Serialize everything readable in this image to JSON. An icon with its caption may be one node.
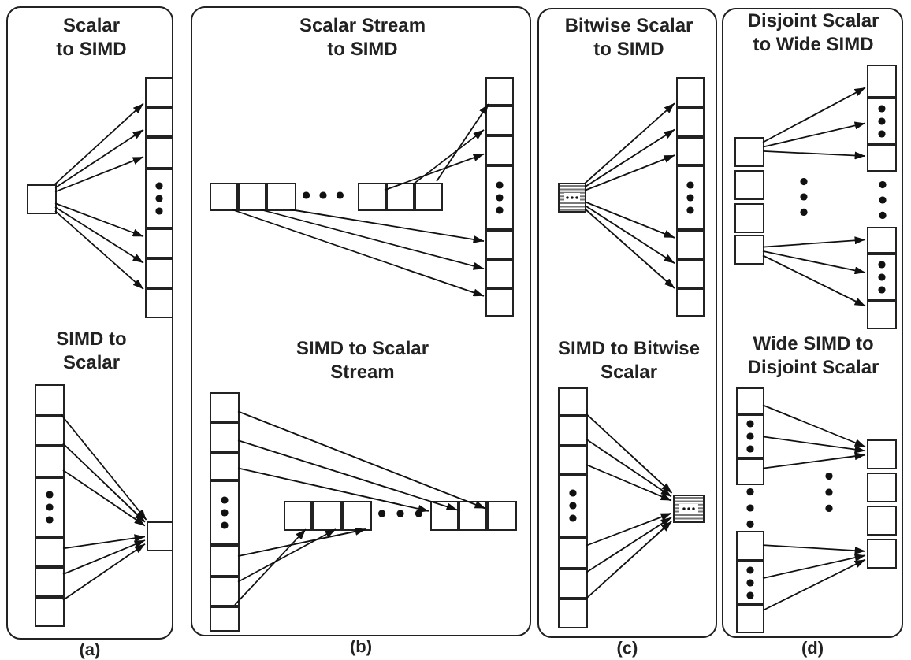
{
  "diagram": {
    "nodes": [
      {
        "text": [
          "Scalar to SIMD",
          "SIMD to Scalar"
        ],
        "beside": [
          "(a)"
        ]
      },
      {
        "text": [
          "Scalar Stream to SIMD",
          "SIMD to Scalar Stream"
        ],
        "beside": [
          "(b)"
        ]
      },
      {
        "text": [
          "Bitwise Scalar to SIMD",
          "SIMD to Bitwise Scalar"
        ],
        "beside": [
          "(c)"
        ]
      },
      {
        "text": [
          "Disjoint Scalar to Wide SIMD",
          "Wide SIMD to Disjoint Scalar"
        ],
        "beside": [
          "(d)"
        ]
      },
      {
        "text": [],
        "shape": "box",
        "in": 0
      },
      {
        "text": [],
        "shape": "box",
        "in": 0
      },
      {
        "text": [],
        "shape": "box",
        "in": 0
      },
      {
        "text": [],
        "shape": "box",
        "in": 0
      },
      {
        "text": [],
        "shape": "box",
        "in": 0
      },
      {
        "text": [],
        "shape": "box",
        "in": 0
      },
      {
        "text": [],
        "shape": "box",
        "in": 0
      },
      {
        "text": [],
        "shape": "box",
        "in": 0
      },
      {
        "text": [],
        "shape": "box",
        "in": 0
      },
      {
        "text": [],
        "shape": "box",
        "in": 0
      },
      {
        "text": [],
        "shape": "box",
        "in": 0
      },
      {
        "text": [],
        "shape": "box",
        "in": 0
      },
      {
        "text": [],
        "shape": "box",
        "in": 0
      },
      {
        "text": [],
        "shape": "box",
        "in": 0
      },
      {
        "text": [],
        "shape": "box",
        "in": 0
      },
      {
        "text": [],
        "shape": "box",
        "in": 0
      },
      {
        "text": [],
        "shape": "box",
        "in": 1
      },
      {
        "text": [],
        "shape": "box",
        "in": 1
      },
      {
        "text": [],
        "shape": "box",
        "in": 1
      },
      {
        "text": [],
        "shape": "box",
        "in": 1
      },
      {
        "text": [],
        "shape": "box",
        "in": 1
      },
      {
        "text": [],
        "shape": "box",
        "in": 1
      },
      {
        "text": [],
        "shape": "box",
        "in": 1
      },
      {
        "text": [],
        "shape": "box",
        "in": 1
      },
      {
        "text": [],
        "shape": "box",
        "in": 1
      },
      {
        "text": [],
        "shape": "box",
        "in": 1
      },
      {
        "text": [],
        "shape": "box",
        "in": 1
      },
      {
        "text": [],
        "shape": "box",
        "in": 1
      },
      {
        "text": [],
        "shape": "box",
        "in": 1
      },
      {
        "text": [],
        "shape": "box",
        "in": 1
      },
      {
        "text": [],
        "shape": "box",
        "in": 1
      },
      {
        "text": [],
        "shape": "box",
        "in": 1
      },
      {
        "text": [],
        "shape": "box",
        "in": 1
      },
      {
        "text": [],
        "shape": "box",
        "in": 1
      },
      {
        "text": [],
        "shape": "box",
        "in": 1
      },
      {
        "text": [],
        "shape": "box",
        "in": 1
      },
      {
        "text": [],
        "shape": "box",
        "in": 1
      },
      {
        "text": [],
        "shape": "box",
        "in": 1
      },
      {
        "text": [],
        "shape": "box",
        "in": 1
      },
      {
        "text": [],
        "shape": "box",
        "in": 1
      },
      {
        "text": [],
        "shape": "box",
        "in": 1
      },
      {
        "text": [],
        "shape": "box",
        "in": 1
      },
      {
        "text": [],
        "shape": "box",
        "in": 2
      },
      {
        "text": [],
        "shape": "box",
        "in": 2
      },
      {
        "text": [],
        "shape": "box",
        "in": 2
      },
      {
        "text": [],
        "shape": "box",
        "in": 2
      },
      {
        "text": [],
        "shape": "box",
        "in": 2
      },
      {
        "text": [],
        "shape": "box",
        "in": 2
      },
      {
        "text": [],
        "shape": "box",
        "in": 2
      },
      {
        "text": [],
        "shape": "box",
        "in": 2
      },
      {
        "text": [],
        "shape": "box",
        "in": 2
      },
      {
        "text": [],
        "shape": "box",
        "in": 2
      },
      {
        "text": [],
        "shape": "box",
        "in": 2
      },
      {
        "text": [],
        "shape": "box",
        "in": 2
      },
      {
        "text": [],
        "shape": "box",
        "in": 2
      },
      {
        "text": [],
        "shape": "box",
        "in": 2
      },
      {
        "text": [],
        "shape": "box",
        "in": 2
      },
      {
        "text": [],
        "shape": "box",
        "in": 2
      },
      {
        "text": [],
        "shape": "box",
        "in": 3
      },
      {
        "text": [],
        "shape": "box",
        "in": 3
      },
      {
        "text": [],
        "shape": "box",
        "in": 3
      },
      {
        "text": [],
        "shape": "box",
        "in": 3
      },
      {
        "text": [],
        "shape": "box",
        "in": 3
      },
      {
        "text": [],
        "shape": "box",
        "in": 3
      },
      {
        "text": [],
        "shape": "box",
        "in": 3
      },
      {
        "text": [],
        "shape": "box",
        "in": 3
      },
      {
        "text": [],
        "shape": "box",
        "in": 3
      },
      {
        "text": [],
        "shape": "box",
        "in": 3
      },
      {
        "text": [],
        "shape": "box",
        "in": 3
      },
      {
        "text": [],
        "shape": "box",
        "in": 3
      },
      {
        "text": [],
        "shape": "box",
        "in": 3
      },
      {
        "text": [],
        "shape": "box",
        "in": 3
      },
      {
        "text": [],
        "shape": "box",
        "in": 3
      },
      {
        "text": [],
        "shape": "box",
        "in": 3
      },
      {
        "text": [],
        "shape": "box",
        "in": 3
      },
      {
        "text": [],
        "shape": "box",
        "in": 3
      },
      {
        "text": [],
        "shape": "box",
        "in": 3
      },
      {
        "text": [],
        "shape": "box",
        "in": 3
      }
    ],
    "edges": [
      {
        "from": 4,
        "to": 5,
        "arrow": "to"
      },
      {
        "from": 4,
        "to": 6,
        "arrow": "to"
      },
      {
        "from": 4,
        "to": 7,
        "arrow": "to"
      },
      {
        "from": 4,
        "to": 9,
        "arrow": "to"
      },
      {
        "from": 4,
        "to": 10,
        "arrow": "to"
      },
      {
        "from": 4,
        "to": 11,
        "arrow": "to"
      },
      {
        "from": 12,
        "to": 19,
        "arrow": "to"
      },
      {
        "from": 13,
        "to": 19,
        "arrow": "to"
      },
      {
        "from": 14,
        "to": 19,
        "arrow": "to"
      },
      {
        "from": 16,
        "to": 19,
        "arrow": "to"
      },
      {
        "from": 17,
        "to": 19,
        "arrow": "to"
      },
      {
        "from": 18,
        "to": 19,
        "arrow": "to"
      },
      {
        "from": 20,
        "to": 32,
        "arrow": "to"
      },
      {
        "from": 21,
        "to": 31,
        "arrow": "to"
      },
      {
        "from": 22,
        "to": 30,
        "arrow": "to"
      },
      {
        "from": 23,
        "to": 28,
        "arrow": "to"
      },
      {
        "from": 24,
        "to": 27,
        "arrow": "to"
      },
      {
        "from": 25,
        "to": 26,
        "arrow": "to"
      },
      {
        "from": 33,
        "to": 45,
        "arrow": "to"
      },
      {
        "from": 34,
        "to": 44,
        "arrow": "to"
      },
      {
        "from": 35,
        "to": 43,
        "arrow": "to"
      },
      {
        "from": 37,
        "to": 42,
        "arrow": "to"
      },
      {
        "from": 38,
        "to": 41,
        "arrow": "to"
      },
      {
        "from": 39,
        "to": 40,
        "arrow": "to"
      },
      {
        "from": 46,
        "to": 47,
        "arrow": "to"
      },
      {
        "from": 46,
        "to": 48,
        "arrow": "to"
      },
      {
        "from": 46,
        "to": 49,
        "arrow": "to"
      },
      {
        "from": 46,
        "to": 51,
        "arrow": "to"
      },
      {
        "from": 46,
        "to": 52,
        "arrow": "to"
      },
      {
        "from": 46,
        "to": 53,
        "arrow": "to"
      },
      {
        "from": 54,
        "to": 61,
        "arrow": "to"
      },
      {
        "from": 55,
        "to": 61,
        "arrow": "to"
      },
      {
        "from": 56,
        "to": 61,
        "arrow": "to"
      },
      {
        "from": 58,
        "to": 61,
        "arrow": "to"
      },
      {
        "from": 59,
        "to": 61,
        "arrow": "to"
      },
      {
        "from": 60,
        "to": 61,
        "arrow": "to"
      },
      {
        "from": 62,
        "to": 66,
        "arrow": "to"
      },
      {
        "from": 62,
        "to": 67,
        "arrow": "to"
      },
      {
        "from": 62,
        "to": 68,
        "arrow": "to"
      },
      {
        "from": 65,
        "to": 69,
        "arrow": "to"
      },
      {
        "from": 65,
        "to": 70,
        "arrow": "to"
      },
      {
        "from": 65,
        "to": 71,
        "arrow": "to"
      },
      {
        "from": 72,
        "to": 78,
        "arrow": "to"
      },
      {
        "from": 73,
        "to": 78,
        "arrow": "to"
      },
      {
        "from": 74,
        "to": 78,
        "arrow": "to"
      },
      {
        "from": 75,
        "to": 81,
        "arrow": "to"
      },
      {
        "from": 76,
        "to": 81,
        "arrow": "to"
      },
      {
        "from": 77,
        "to": 81,
        "arrow": "to"
      }
    ]
  }
}
